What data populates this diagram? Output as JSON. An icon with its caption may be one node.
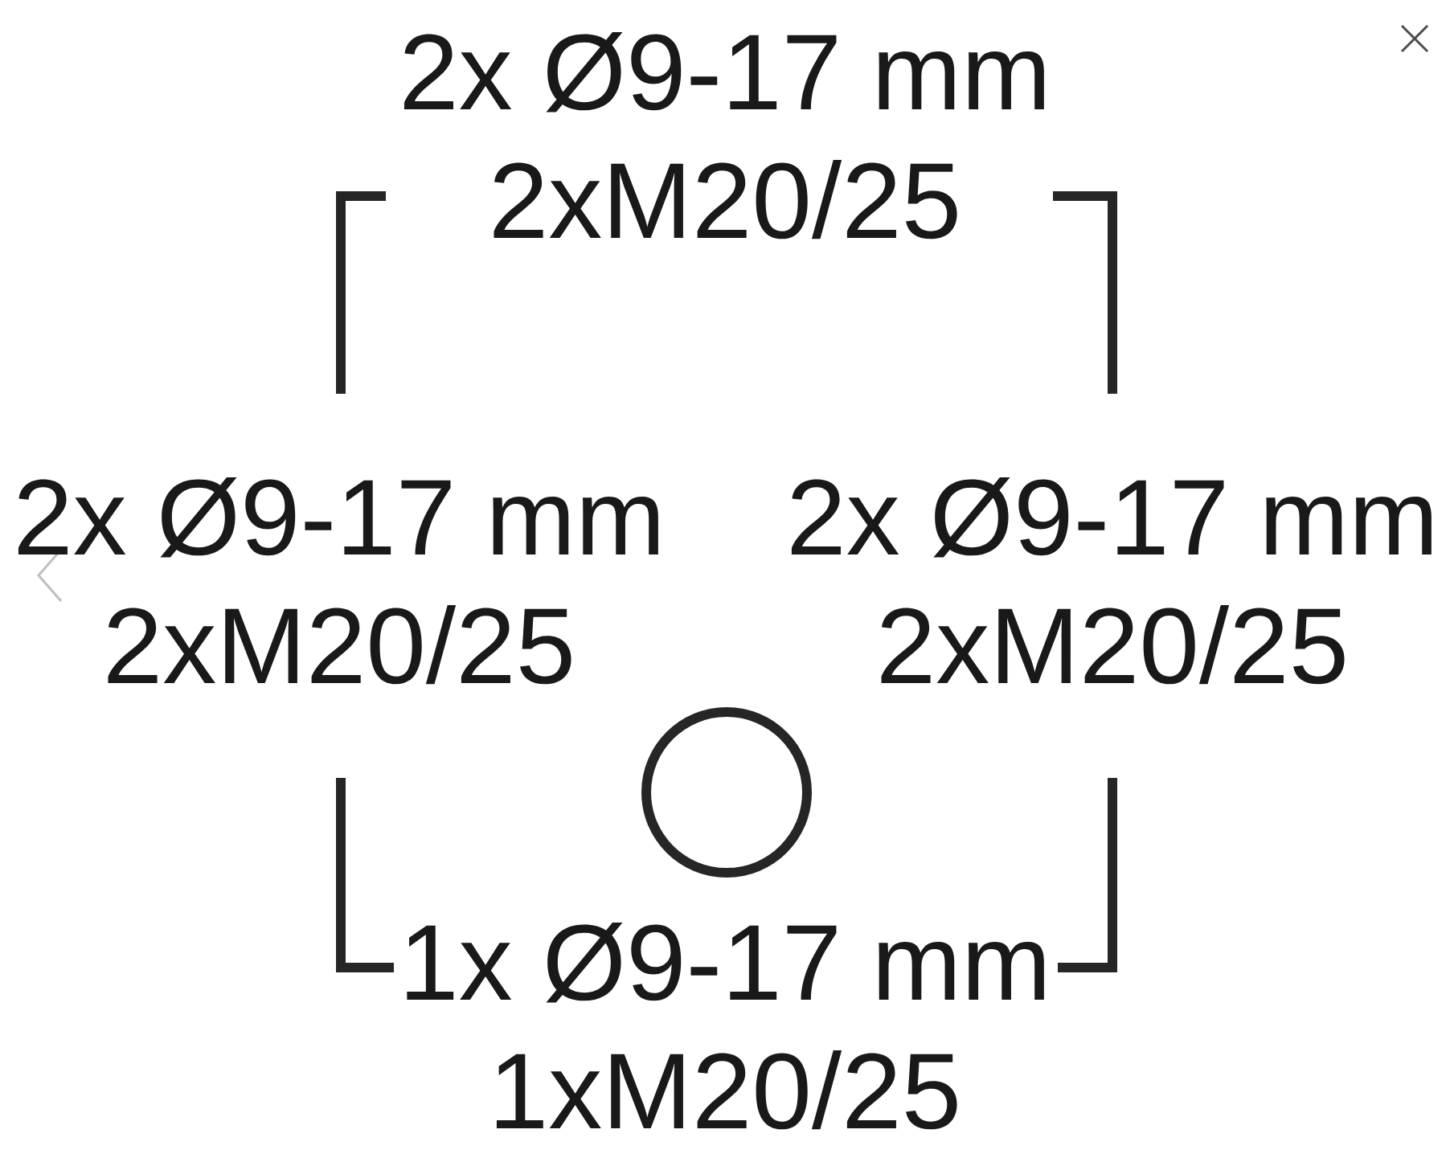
{
  "diagram": {
    "nodes": [
      {
        "text": [],
        "shape": "circle"
      }
    ],
    "labels": [
      "2x Ø9-17 mm",
      "2xM20/25",
      "2x Ø9-17 mm",
      "2x Ø9-17 mm",
      "2xM20/25",
      "2xM20/25",
      "1x Ø9-17 mm",
      "1xM20/25"
    ]
  }
}
